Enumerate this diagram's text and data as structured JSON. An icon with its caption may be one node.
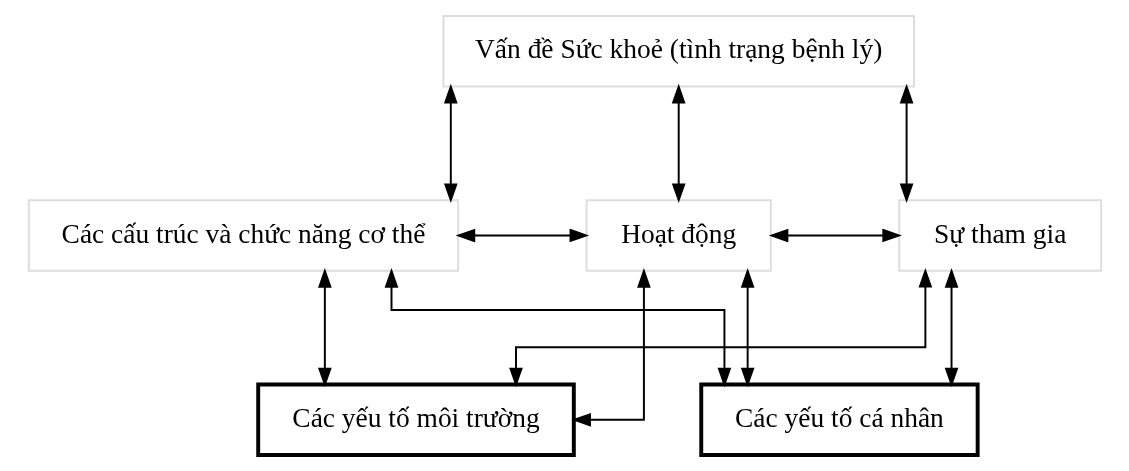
{
  "diagram": {
    "nodes": [
      {
        "text": [
          "Vấn đề Sức khoẻ (tình trạng bệnh lý)"
        ]
      },
      {
        "text": [
          "Các cấu trúc và chức năng cơ thể"
        ]
      },
      {
        "text": [
          "Hoạt động"
        ]
      },
      {
        "text": [
          "Sự tham gia"
        ]
      },
      {
        "text": [
          "Các yếu tố môi trường"
        ]
      },
      {
        "text": [
          "Các yếu tố cá nhân"
        ]
      }
    ],
    "edges": [
      {
        "from": 0,
        "to": 2,
        "arrow": "both"
      },
      {
        "from": 0,
        "to": 1,
        "arrow": "both"
      },
      {
        "from": 0,
        "to": 3,
        "arrow": "both"
      },
      {
        "from": 1,
        "to": 2,
        "arrow": "both"
      },
      {
        "from": 2,
        "to": 3,
        "arrow": "both"
      },
      {
        "from": 4,
        "to": 2,
        "arrow": "both"
      },
      {
        "from": 4,
        "to": 1,
        "arrow": "both"
      },
      {
        "from": 4,
        "to": 3,
        "arrow": "both"
      },
      {
        "from": 5,
        "to": 2,
        "arrow": "both"
      },
      {
        "from": 5,
        "to": 1,
        "arrow": "both"
      },
      {
        "from": 5,
        "to": 3,
        "arrow": "both"
      }
    ]
  }
}
